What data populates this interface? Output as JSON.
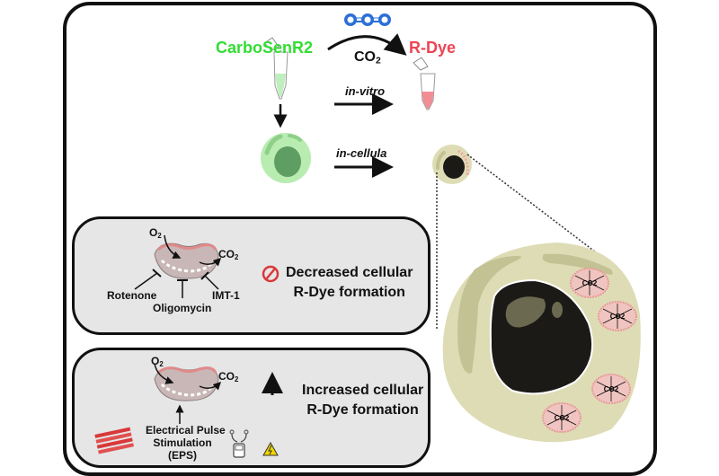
{
  "header": {
    "probe_label": "CarboSenR2",
    "product_label": "R-Dye",
    "co2_molecule_atoms": [
      "O",
      "C",
      "O"
    ],
    "reaction_label": {
      "main": "CO",
      "sub": "2"
    }
  },
  "pathways": {
    "in_vitro_label": "in-vitro",
    "in_cellula_label": "in-cellula"
  },
  "panels": [
    {
      "id": "inhibition",
      "input_label": {
        "main": "O",
        "sub": "2"
      },
      "output_label": {
        "main": "CO",
        "sub": "2"
      },
      "inhibitors": [
        "Rotenone",
        "Oligomycin",
        "IMT-1"
      ],
      "outcome_icon": "prohibited-icon",
      "outcome_lines": [
        "Decreased cellular",
        "R-Dye formation"
      ]
    },
    {
      "id": "stimulation",
      "input_label": {
        "main": "O",
        "sub": "2"
      },
      "output_label": {
        "main": "CO",
        "sub": "2"
      },
      "stimulus_lines": [
        "Electrical Pulse",
        "Stimulation",
        "(EPS)"
      ],
      "outcome_icon": "up-arrow-icon",
      "outcome_lines": [
        "Increased cellular",
        "R-Dye formation"
      ]
    }
  ],
  "zoomed_cell": {
    "mitochondria_labels": [
      {
        "main": "CO",
        "sub": "2"
      },
      {
        "main": "CO",
        "sub": "2"
      },
      {
        "main": "CO",
        "sub": "2"
      },
      {
        "main": "CO",
        "sub": "2"
      }
    ]
  },
  "colors": {
    "probe_green": "#33dd33",
    "dye_red": "#ee4455",
    "co2_blue": "#2b6fd6",
    "panel_gray": "#e6e6e6",
    "cell_green": "#b8ecb0",
    "cell_beige": "#dedcb5",
    "nucleus_black": "#1b1a17",
    "mito_pink": "#e89a9a",
    "prohibit_red": "#d9383a",
    "warning_yellow": "#f2d600"
  }
}
